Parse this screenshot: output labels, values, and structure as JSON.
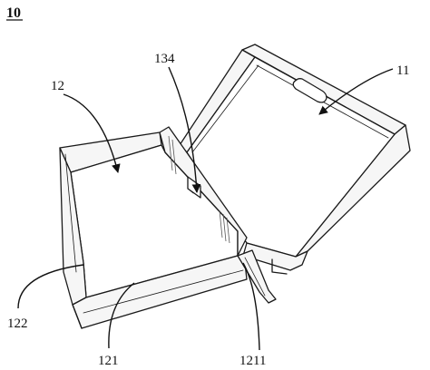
{
  "figure": {
    "number": "10",
    "labels": {
      "lid": "11",
      "tray": "12",
      "slot_tab": "134",
      "side_wall": "122",
      "front_wall": "121",
      "hinge_tab": "1211"
    }
  }
}
